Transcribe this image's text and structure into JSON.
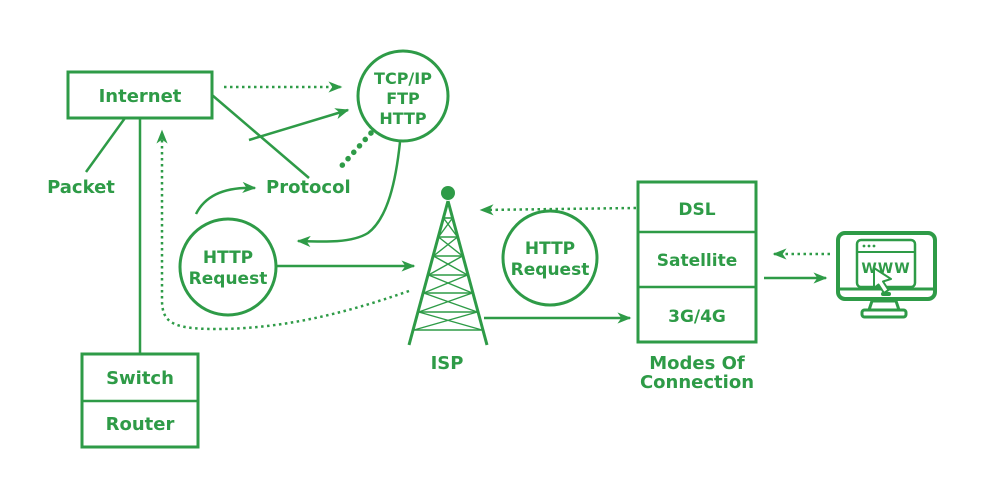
{
  "colors": {
    "primary": "#2e9b47",
    "background": "#ffffff"
  },
  "nodes": {
    "internet": {
      "label": "Internet"
    },
    "packet": {
      "label": "Packet"
    },
    "protocol": {
      "label": "Protocol"
    },
    "protocols_circle": {
      "line1": "TCP/IP",
      "line2": "FTP",
      "line3": "HTTP"
    },
    "http_request_left": {
      "line1": "HTTP",
      "line2": "Request"
    },
    "http_request_right": {
      "line1": "HTTP",
      "line2": "Request"
    },
    "isp": {
      "label": "ISP"
    },
    "modes_of_connection": {
      "rows": [
        "DSL",
        "Satellite",
        "3G/4G"
      ],
      "caption_line1": "Modes Of",
      "caption_line2": "Connection"
    },
    "network_stack": {
      "rows": [
        "Switch",
        "Router"
      ]
    },
    "computer": {
      "browser_label": "WWW"
    }
  }
}
